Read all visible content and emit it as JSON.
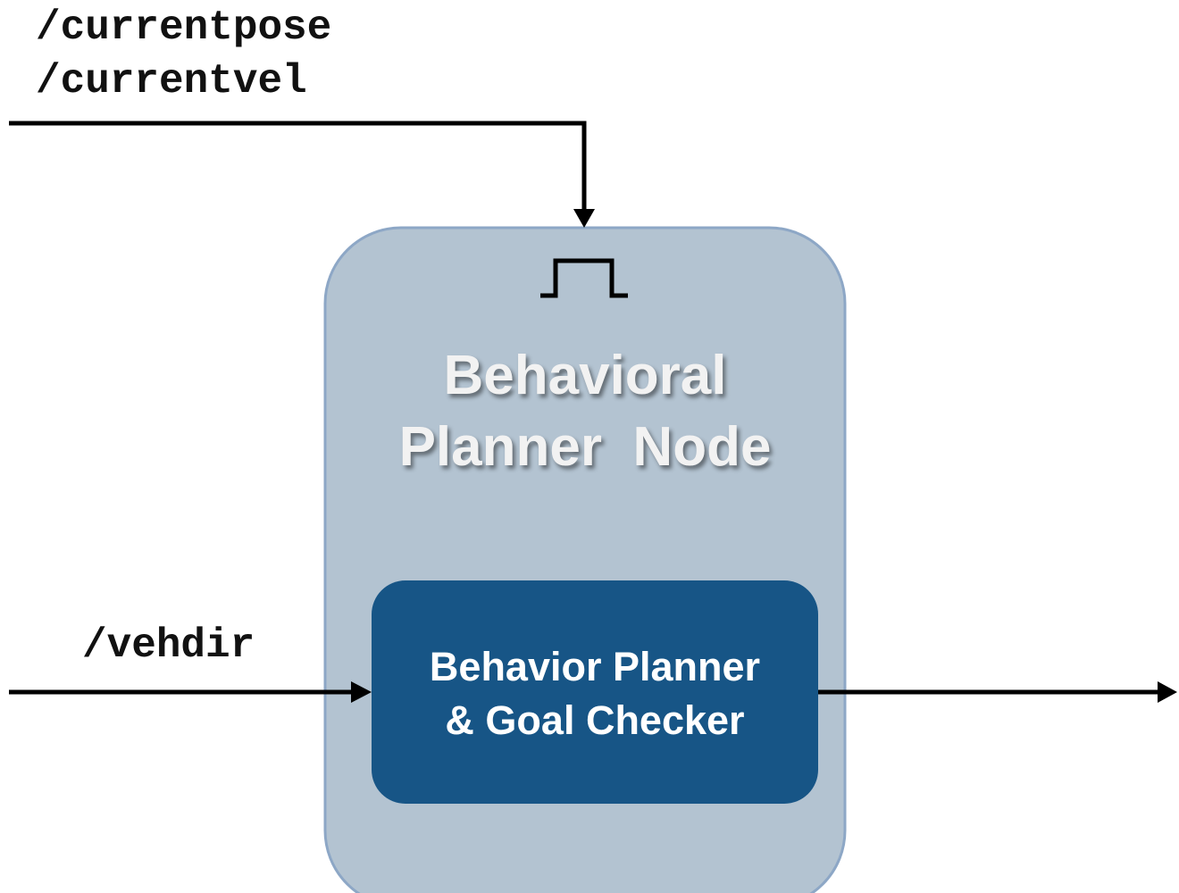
{
  "diagram": {
    "inputs": {
      "top_topics": [
        "/currentpose",
        "/currentvel"
      ],
      "side_topic": "/vehdir"
    },
    "node": {
      "title_line1": "Behavioral",
      "title_line2": "Planner  Node",
      "trigger_icon": "rising-pulse-icon",
      "component": {
        "line1": "Behavior Planner",
        "line2": "& Goal Checker"
      }
    },
    "colors": {
      "node_fill": "#b3c3d1",
      "node_border": "#8da7c6",
      "component_fill": "#175586",
      "arrow": "#000000"
    }
  }
}
